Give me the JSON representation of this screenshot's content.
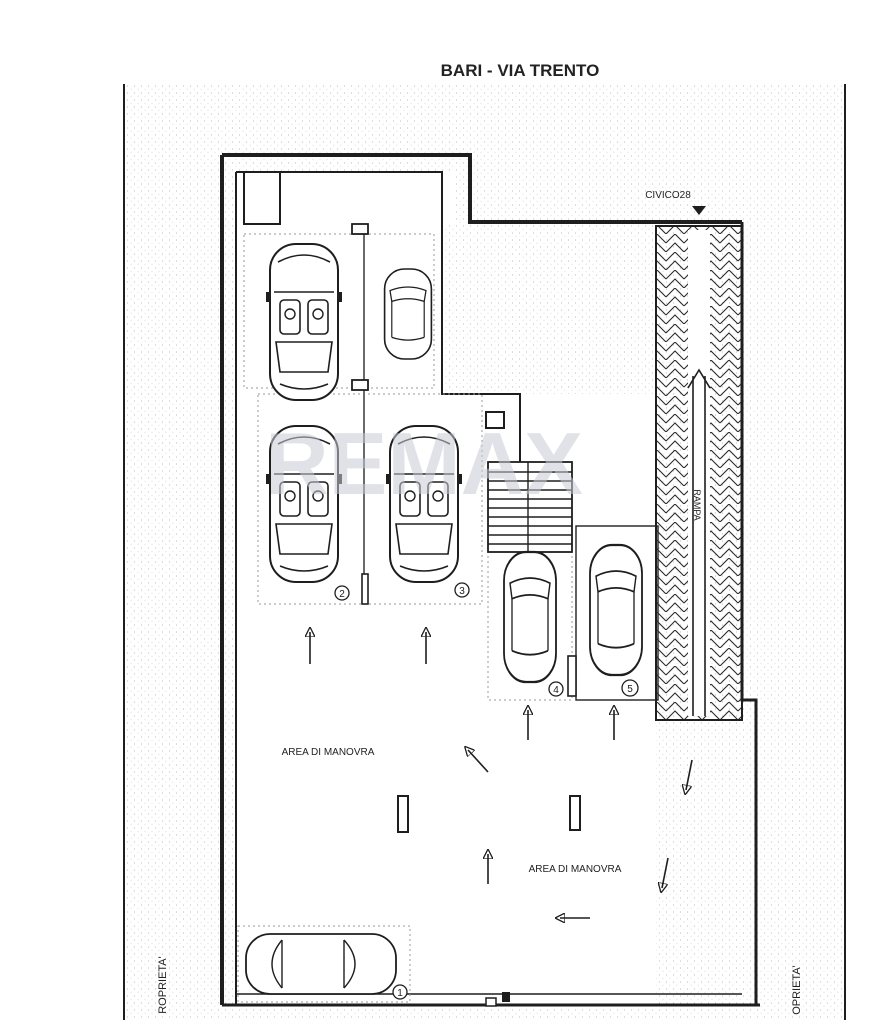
{
  "title": "BARI - VIA TRENTO",
  "entrance_label": "CIVICO28",
  "ramp_label": "RAMPA",
  "maneuver_area_labels": [
    "AREA DI MANOVRA",
    "AREA DI MANOVRA"
  ],
  "side_labels": {
    "left": "ROPRIETA'",
    "right": "OPRIETA'"
  },
  "parking_spaces": [
    {
      "number": "1"
    },
    {
      "number": "2"
    },
    {
      "number": "3"
    },
    {
      "number": "4"
    },
    {
      "number": "5"
    }
  ],
  "watermark": "REMAX",
  "colors": {
    "ink": "#1e1e1e",
    "hatch": "#2a2a2a",
    "stipple": "#d4d4d4",
    "watermark": "#c9ccd4"
  }
}
